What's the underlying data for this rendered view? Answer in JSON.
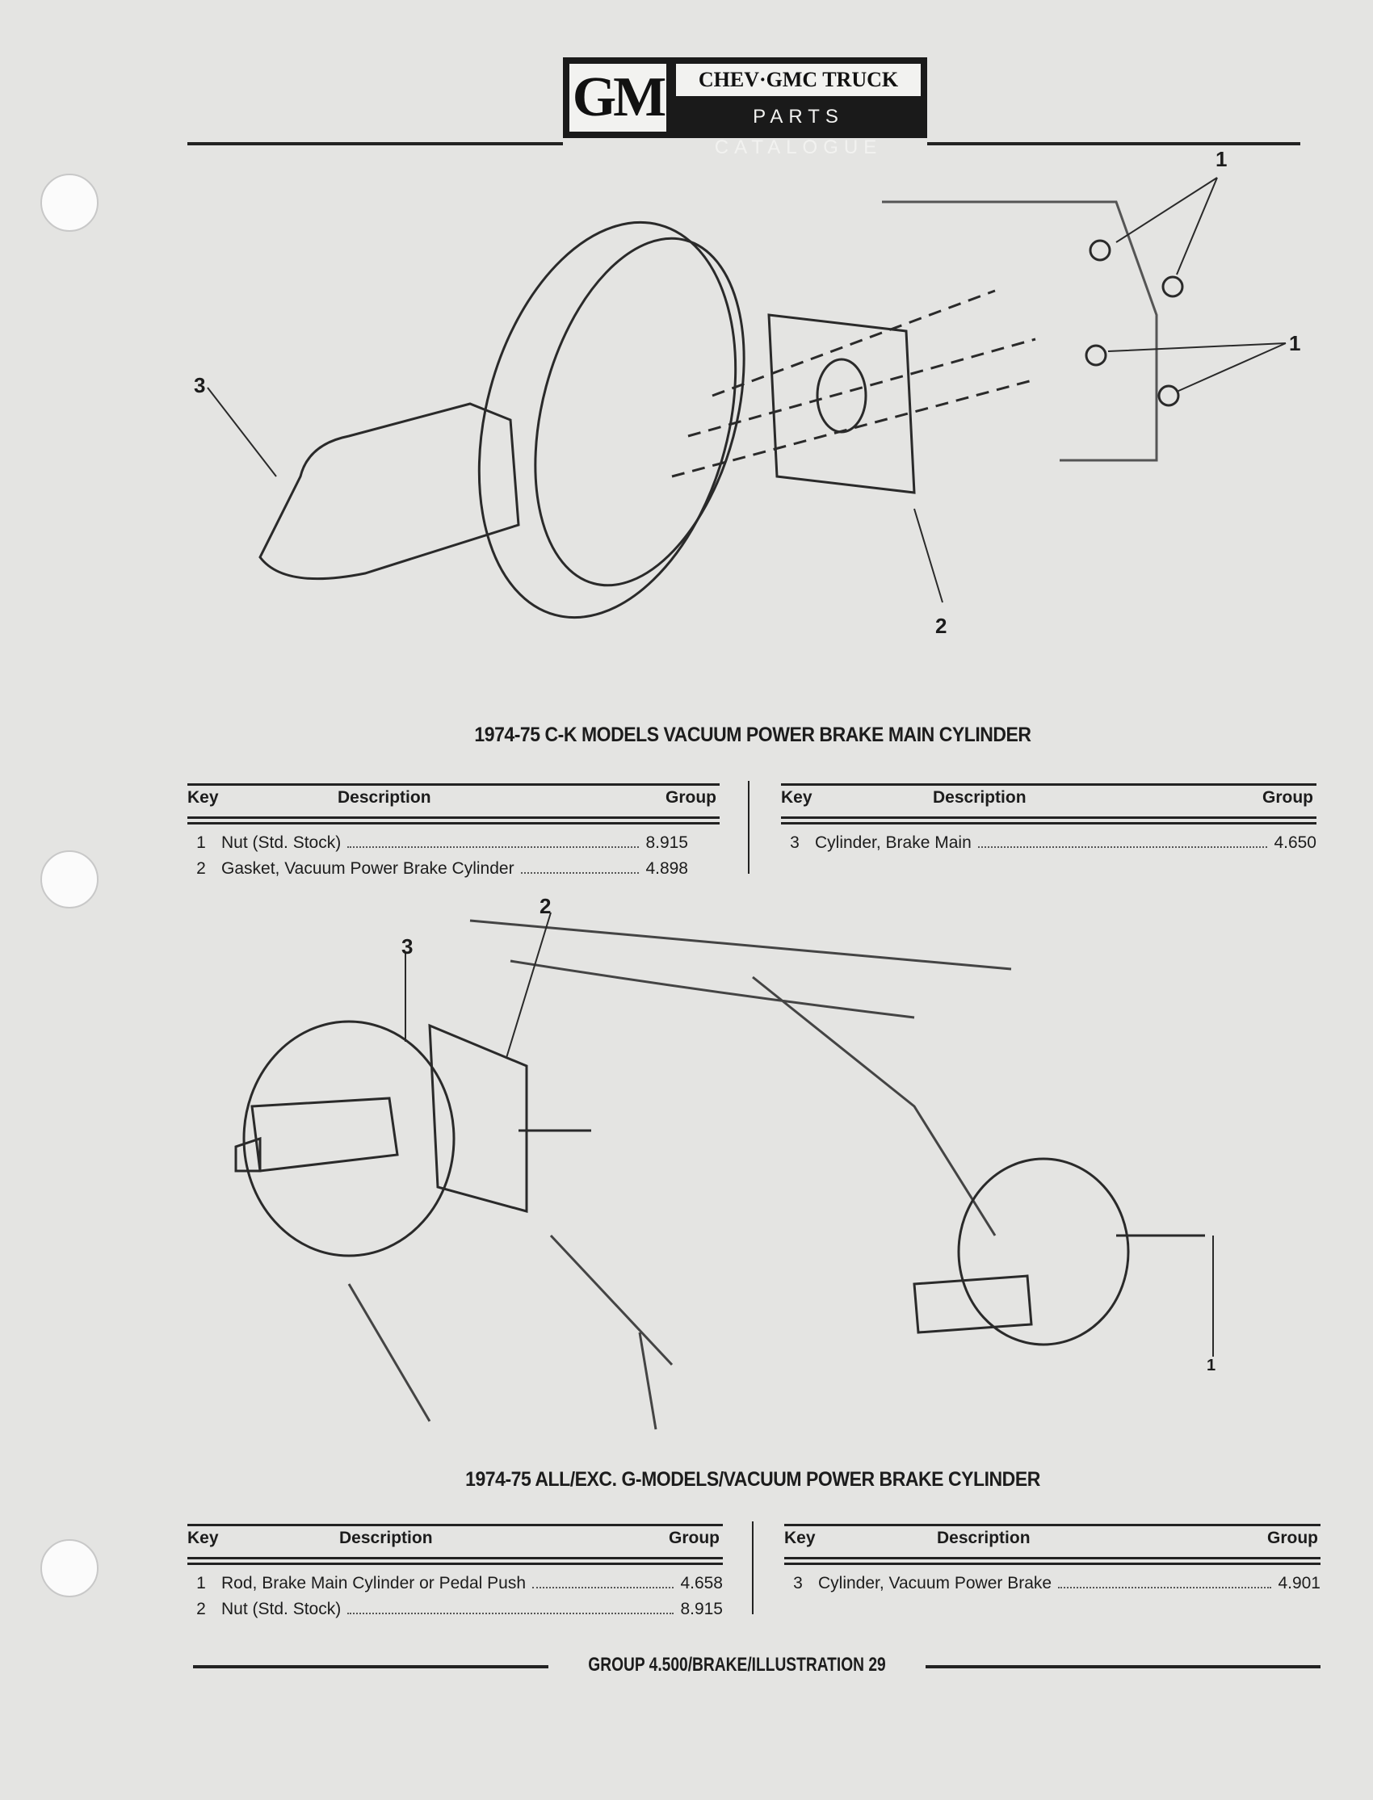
{
  "header": {
    "logo_mark": "GM",
    "logo_line1": "CHEV·GMC TRUCK",
    "logo_line2": "PARTS CATALOGUE"
  },
  "section1": {
    "title": "1974-75 C-K MODELS VACUUM POWER BRAKE MAIN CYLINDER",
    "columns": {
      "key": "Key",
      "description": "Description",
      "group": "Group"
    },
    "left_rows": [
      {
        "key": "1",
        "description": "Nut (Std. Stock)",
        "group": "8.915"
      },
      {
        "key": "2",
        "description": "Gasket, Vacuum Power Brake Cylinder",
        "group": "4.898"
      }
    ],
    "right_rows": [
      {
        "key": "3",
        "description": "Cylinder, Brake Main",
        "group": "4.650"
      }
    ],
    "callouts": [
      "1",
      "1",
      "2",
      "3"
    ]
  },
  "section2": {
    "title": "1974-75 ALL/EXC. G-MODELS/VACUUM POWER BRAKE CYLINDER",
    "columns": {
      "key": "Key",
      "description": "Description",
      "group": "Group"
    },
    "left_rows": [
      {
        "key": "1",
        "description": "Rod, Brake Main Cylinder or Pedal Push",
        "group": "4.658"
      },
      {
        "key": "2",
        "description": "Nut (Std. Stock)",
        "group": "8.915"
      }
    ],
    "right_rows": [
      {
        "key": "3",
        "description": "Cylinder, Vacuum Power Brake",
        "group": "4.901"
      }
    ],
    "callouts": [
      "1",
      "2",
      "3"
    ]
  },
  "footer": {
    "text": "GROUP 4.500/BRAKE/ILLUSTRATION 29"
  }
}
